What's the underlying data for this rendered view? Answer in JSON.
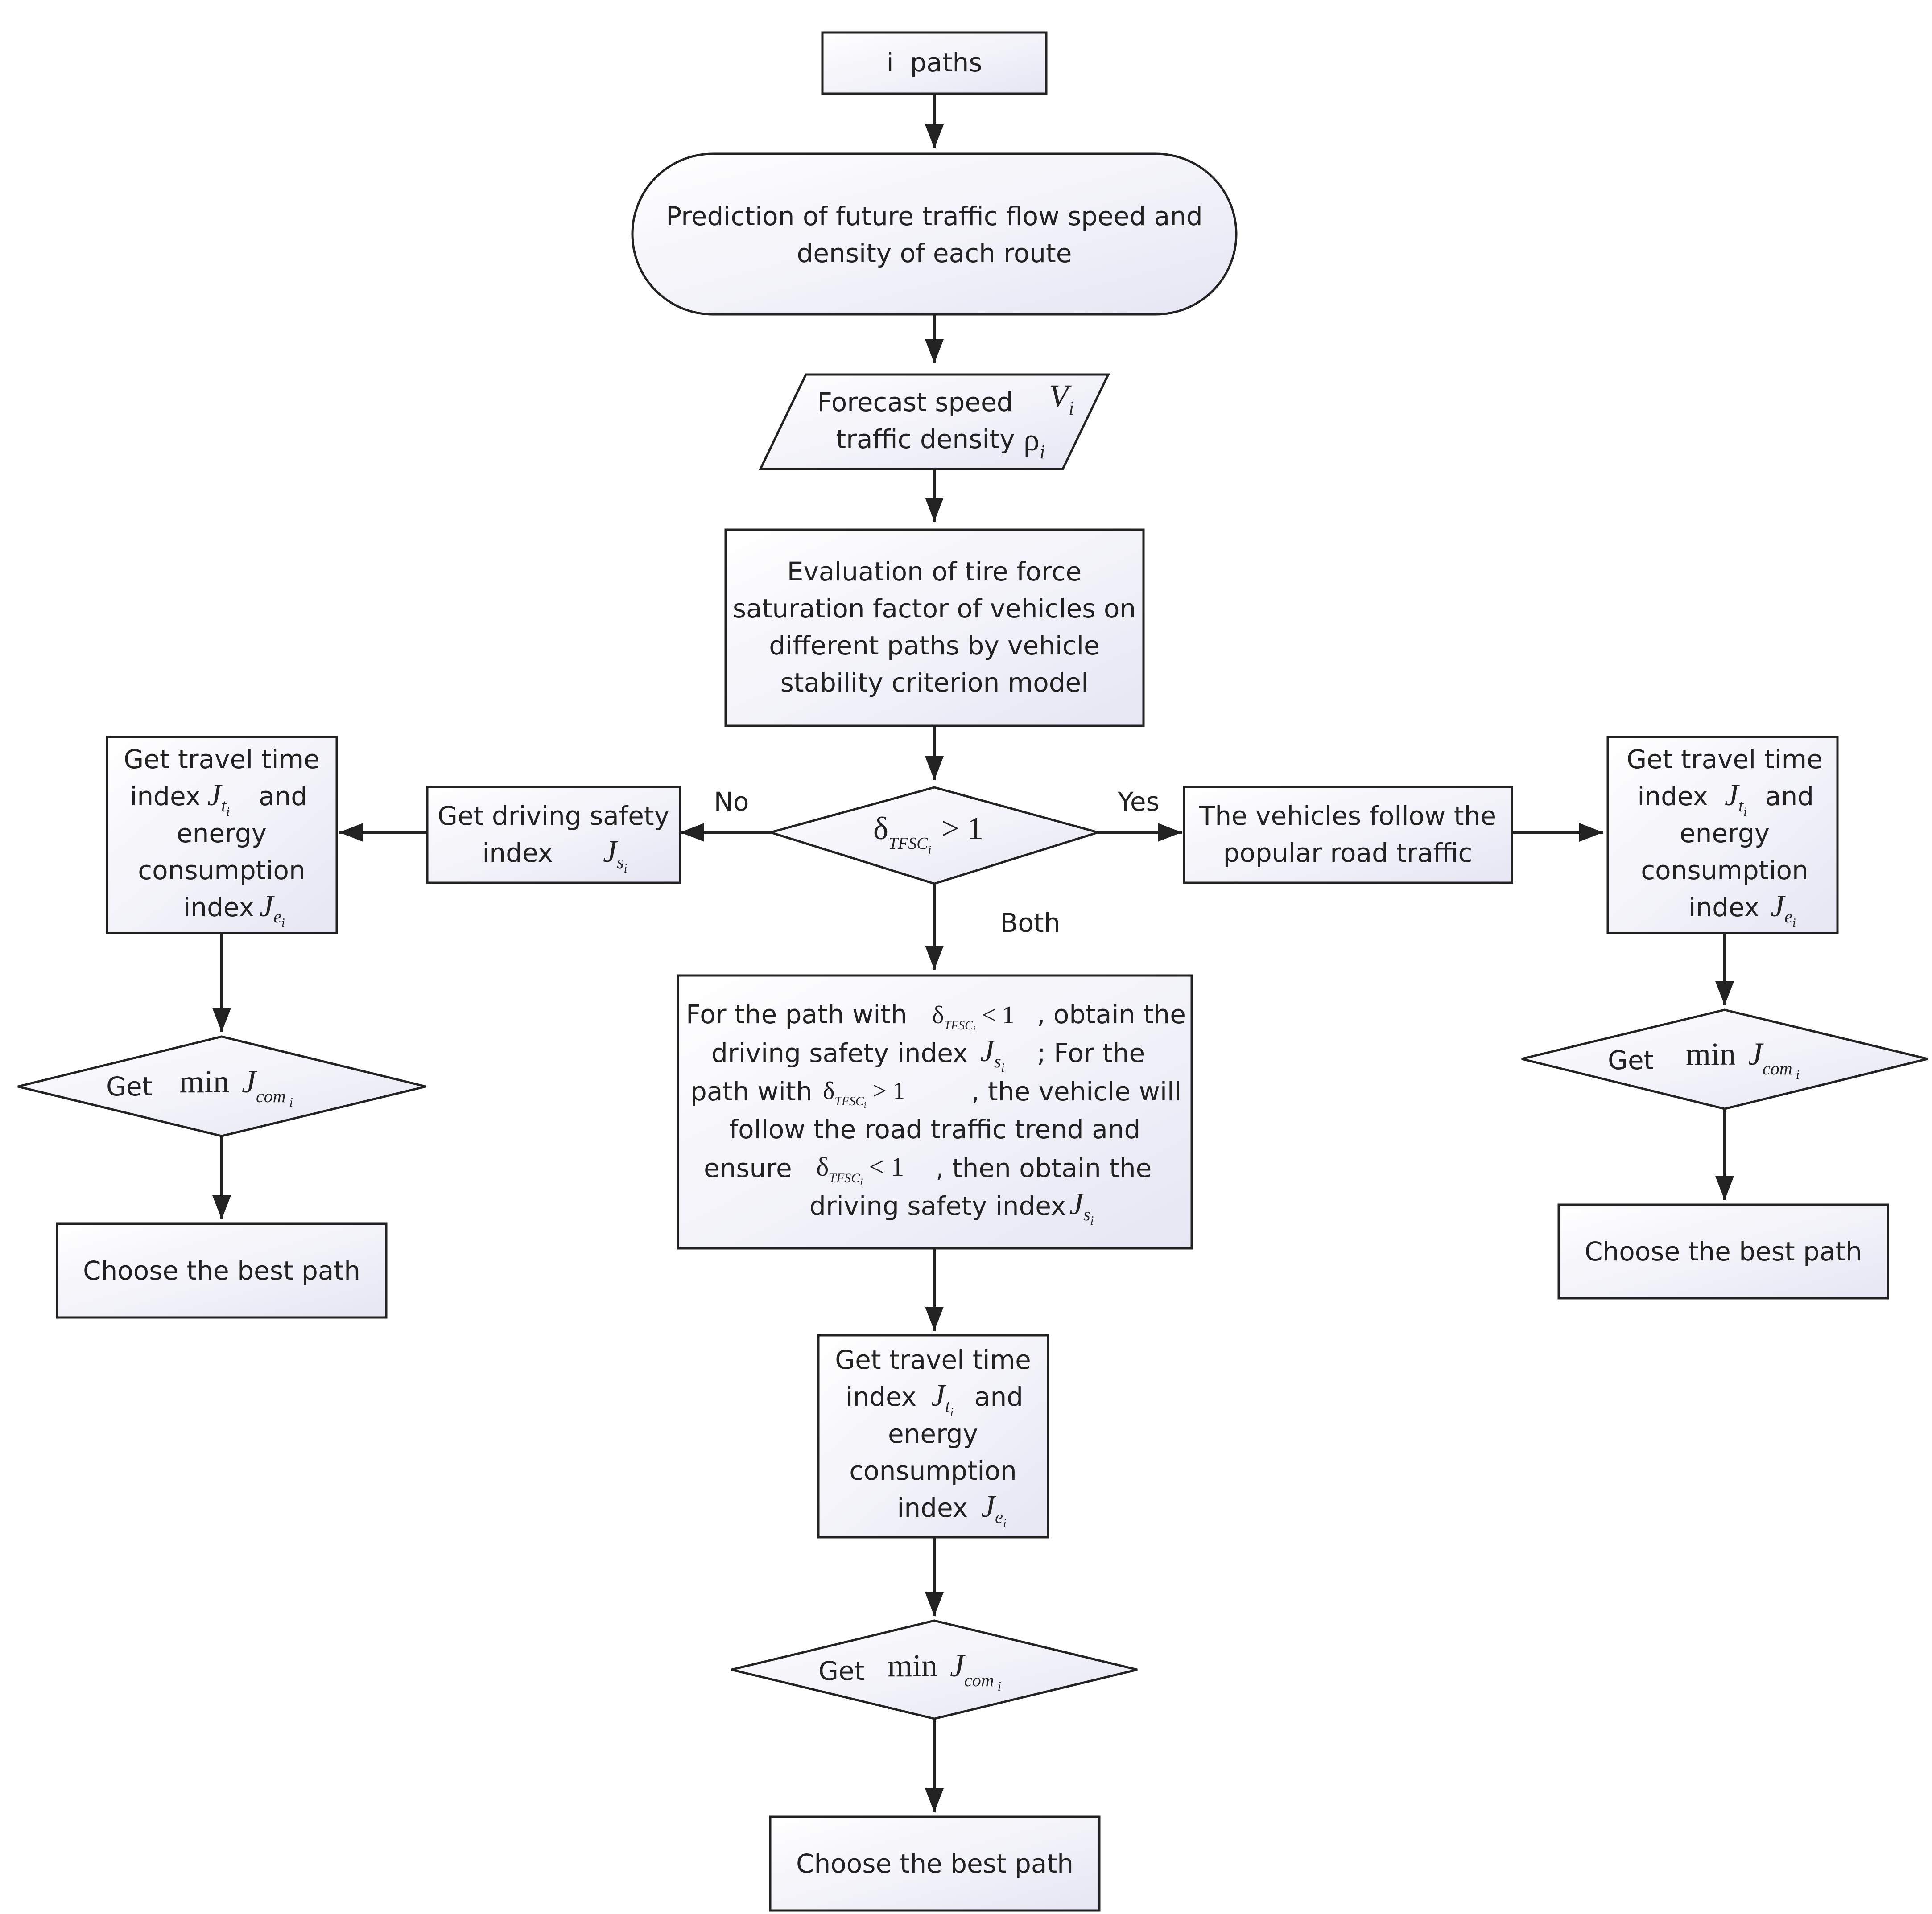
{
  "nodes": {
    "start": {
      "text": "i  paths"
    },
    "predict": {
      "line1": "Prediction of future traffic flow speed and",
      "line2": "density of each route"
    },
    "forecast": {
      "line1": "Forecast speed",
      "line2": "traffic density",
      "sym1": "V",
      "sym2": "ρ",
      "sub": "i"
    },
    "evaluate": {
      "lines": [
        "Evaluation of tire force",
        "saturation factor of vehicles on",
        "different paths by vehicle",
        "stability criterion model"
      ]
    },
    "decision": {
      "delta": "δ",
      "sub": "TFSC",
      "subsub": "i",
      "rel": "> 1"
    },
    "no_branch": {
      "label": "No",
      "safety": {
        "line1": "Get driving safety",
        "line2": "index"
      },
      "metrics": {
        "line1": "Get travel time",
        "line2a": "index",
        "line2b": "and",
        "line3": "energy",
        "line4": "consumption",
        "line5": "index"
      },
      "minimize": {
        "get": "Get",
        "min": "min"
      },
      "result": "Choose the best path"
    },
    "yes_branch": {
      "label": "Yes",
      "follow": {
        "line1": "The vehicles follow the",
        "line2": "popular road traffic"
      },
      "metrics": {
        "line1": "Get travel time",
        "line2a": "index",
        "line2b": "and",
        "line3": "energy",
        "line4": "consumption",
        "line5": "index"
      },
      "minimize": {
        "get": "Get",
        "min": "min"
      },
      "result": "Choose the best path"
    },
    "both_branch": {
      "label": "Both",
      "rule": {
        "l1a": "For the path with",
        "l1b": ", obtain the",
        "l2a": "driving safety index",
        "l2b": ";  For the",
        "l3a": "path with",
        "l3b": ", the vehicle will",
        "l4": "follow the road traffic trend and",
        "l5a": "ensure",
        "l5b": ",  then obtain the",
        "l6": "driving safety index",
        "lt1": "< 1",
        "gt1": "> 1"
      },
      "metrics": {
        "line1": "Get travel time",
        "line2a": "index",
        "line2b": "and",
        "line3": "energy",
        "line4": "consumption",
        "line5": "index"
      },
      "minimize": {
        "get": "Get",
        "min": "min"
      },
      "result": "Choose the best path"
    }
  },
  "symbols": {
    "J": "J",
    "t": "t",
    "s": "s",
    "e": "e",
    "com": "com",
    "i": "i"
  }
}
